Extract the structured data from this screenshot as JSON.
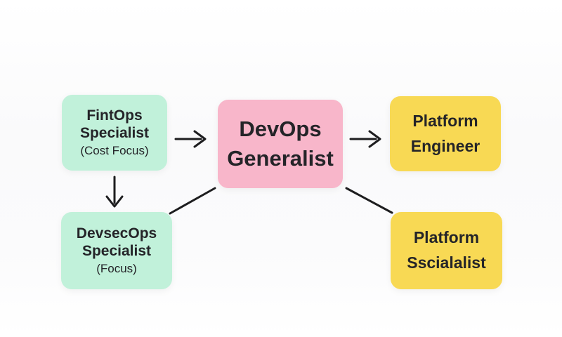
{
  "diagram": {
    "nodes": {
      "finops": {
        "line1": "FintOps",
        "line2": "Specialist",
        "subline": "(Cost Focus)",
        "color": "#c1f1da"
      },
      "devops": {
        "line1": "DevOps",
        "line2": "Generalist",
        "color": "#f8b6ca"
      },
      "platform_engineer": {
        "line1": "Platform",
        "line2": "Engineer",
        "color": "#f8d954"
      },
      "devsecops": {
        "line1": "DevsecOps",
        "line2": "Specialist",
        "subline": "(Focus)",
        "color": "#c1f1da"
      },
      "platform_specialist": {
        "line1": "Platform",
        "line2": "Sscialalist",
        "color": "#f8d954"
      }
    },
    "edges": [
      {
        "from": "FintOps Specialist (Cost Focus)",
        "to": "DevOps Generalist",
        "style": "arrow"
      },
      {
        "from": "DevOps Generalist",
        "to": "Platform Engineer",
        "style": "arrow"
      },
      {
        "from": "FintOps Specialist (Cost Focus)",
        "to": "DevsecOps Specialist (Focus)",
        "style": "arrow"
      },
      {
        "from": "DevsecOps Specialist (Focus)",
        "to": "DevOps Generalist",
        "style": "line"
      },
      {
        "from": "DevOps Generalist",
        "to": "Platform Sscialalist",
        "style": "line"
      }
    ],
    "colors": {
      "mint": "#c1f1da",
      "pink": "#f8b6ca",
      "yellow": "#f8d954",
      "connector": "#1d1d1f",
      "text": "#242428"
    }
  }
}
